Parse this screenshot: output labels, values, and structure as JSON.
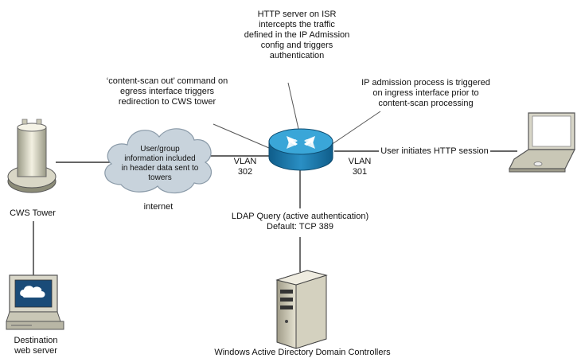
{
  "annotations": {
    "http_server": [
      "HTTP server on ISR",
      "intercepts the traffic",
      "defined in the IP Admission",
      "config and triggers",
      "authentication"
    ],
    "content_scan": [
      "‘content-scan out’ command on",
      "egress interface triggers",
      "redirection to CWS tower"
    ],
    "ip_admission": [
      "IP admission process is triggered",
      "on ingress interface prior to",
      "content-scan processing"
    ],
    "ldap": [
      "LDAP Query (active authentication)",
      "Default: TCP 389"
    ]
  },
  "labels": {
    "vlan_302": [
      "VLAN",
      "302"
    ],
    "vlan_301": [
      "VLAN",
      "301"
    ],
    "user_initiates": "User initiates HTTP session",
    "cws_tower": "CWS Tower",
    "internet": "internet",
    "destination": [
      "Destination",
      "web server"
    ],
    "domain_controllers": "Windows Active Directory Domain Controllers"
  },
  "cloud": {
    "text": [
      "User/group",
      "information included",
      "in header data sent to",
      "towers"
    ],
    "fill": "#c8d3dc",
    "stroke": "#8a9aa8"
  },
  "colors": {
    "router_top": "#3aa6d8",
    "router_side": "#1f6f9e",
    "line": "#333333",
    "pointer": "#555555"
  }
}
